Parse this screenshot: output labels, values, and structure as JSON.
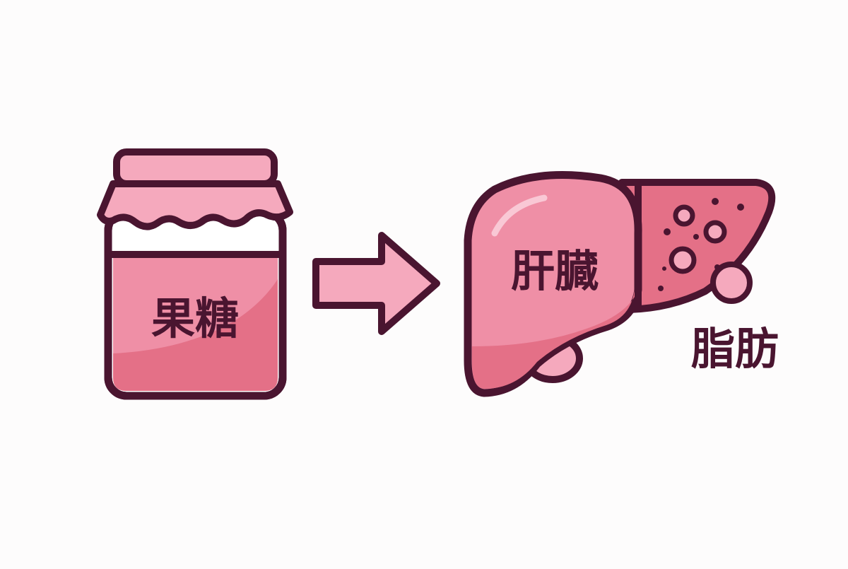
{
  "jar": {
    "label": "果糖"
  },
  "liver": {
    "label": "肝臓"
  },
  "fat": {
    "label": "脂肪"
  },
  "colors": {
    "outline": "#4a1530",
    "pink_light": "#f5a9bd",
    "pink_main": "#ef8fa6",
    "pink_dark": "#e47087",
    "glass": "#ffffff",
    "background": "#fdfcfc"
  },
  "icons": {
    "jar": "fructose-jar-icon",
    "arrow": "right-arrow-icon",
    "liver": "fatty-liver-icon",
    "fat": "fat-droplet-icon"
  }
}
